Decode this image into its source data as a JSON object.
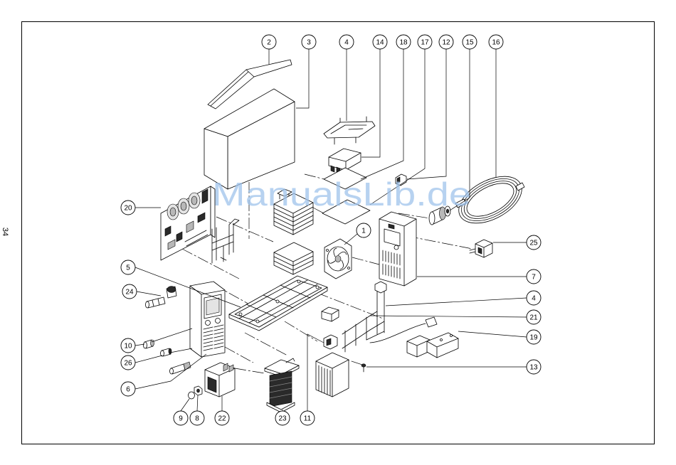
{
  "page": {
    "number": "34"
  },
  "watermark": {
    "text": "ManualsLib.de"
  },
  "colors": {
    "line": "#000000",
    "watermark": "#9fc3ec",
    "background": "#ffffff"
  },
  "callouts": [
    {
      "label": "2"
    },
    {
      "label": "3"
    },
    {
      "label": "4"
    },
    {
      "label": "14"
    },
    {
      "label": "18"
    },
    {
      "label": "17"
    },
    {
      "label": "12"
    },
    {
      "label": "15"
    },
    {
      "label": "16"
    },
    {
      "label": "20"
    },
    {
      "label": "1"
    },
    {
      "label": "25"
    },
    {
      "label": "5"
    },
    {
      "label": "7"
    },
    {
      "label": "24"
    },
    {
      "label": "4"
    },
    {
      "label": "21"
    },
    {
      "label": "10"
    },
    {
      "label": "19"
    },
    {
      "label": "26"
    },
    {
      "label": "13"
    },
    {
      "label": "6"
    },
    {
      "label": "9"
    },
    {
      "label": "8"
    },
    {
      "label": "22"
    },
    {
      "label": "23"
    },
    {
      "label": "11"
    }
  ]
}
